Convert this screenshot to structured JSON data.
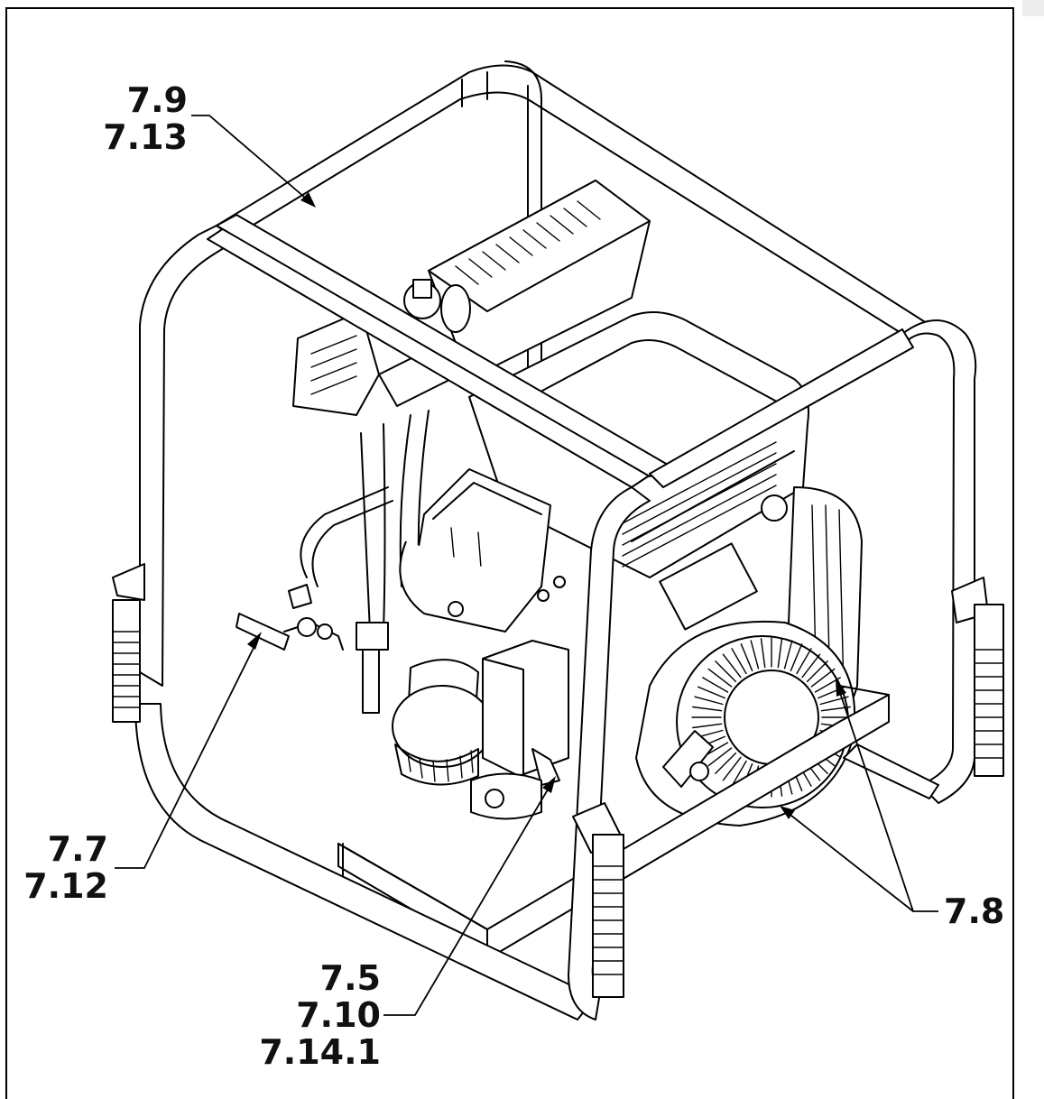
{
  "callouts": {
    "top_left": [
      "7.9",
      "7.13"
    ],
    "left": [
      "7.7",
      "7.12"
    ],
    "bottom": [
      "7.5",
      "7.10",
      "7.14.1"
    ],
    "right": [
      "7.8"
    ]
  }
}
